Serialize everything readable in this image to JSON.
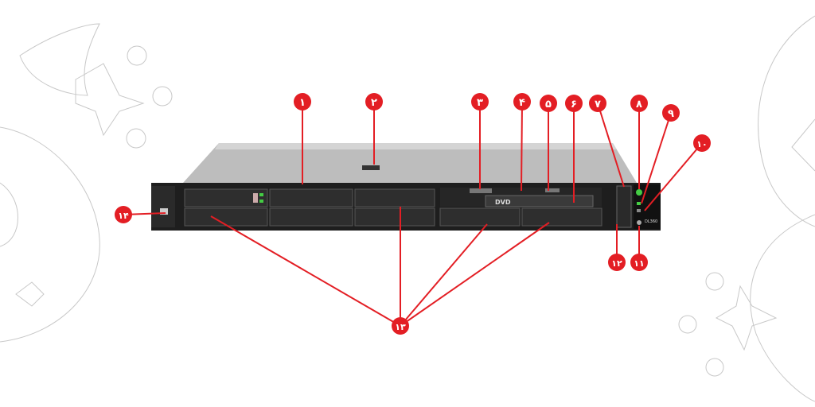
{
  "callouts": [
    {
      "id": "1",
      "label": "۱"
    },
    {
      "id": "2",
      "label": "۲"
    },
    {
      "id": "3",
      "label": "۳"
    },
    {
      "id": "4",
      "label": "۴"
    },
    {
      "id": "5",
      "label": "۵"
    },
    {
      "id": "6",
      "label": "۶"
    },
    {
      "id": "7",
      "label": "۷"
    },
    {
      "id": "8",
      "label": "۸"
    },
    {
      "id": "9",
      "label": "۹"
    },
    {
      "id": "10",
      "label": "۱۰"
    },
    {
      "id": "11",
      "label": "۱۱"
    },
    {
      "id": "12",
      "label": "۱۲"
    },
    {
      "id": "13",
      "label": "۱۳"
    },
    {
      "id": "14",
      "label": "۱۴"
    }
  ],
  "server": {
    "dvd_label": "DVD",
    "model": "DL360"
  },
  "colors": {
    "callout": "#e31e24",
    "chassis_top": "#b9b9b9",
    "bezel": "#1e1e1e",
    "decor": "#c8c8c8"
  }
}
